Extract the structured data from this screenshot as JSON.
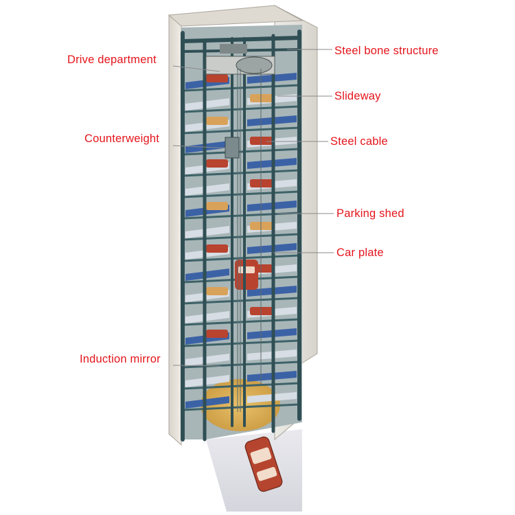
{
  "labels": {
    "drive_department": "Drive department",
    "counterweight": "Counterweight",
    "induction_mirror": "Induction mirror",
    "steel_bone_structure": "Steel bone structure",
    "slideway": "Slideway",
    "steel_cable": "Steel cable",
    "parking_shed": "Parking shed",
    "car_plate": "Car plate"
  },
  "colors": {
    "label_text": "#e4141b",
    "leader_line": "#8a8a8a",
    "frame": "#3d6268",
    "frame_dark": "#233c41",
    "wall": "#e9e6df",
    "wall_shade": "#c9c5bc",
    "car_red": "#b8432f",
    "car_orange": "#d9a25a",
    "plate_blue": "#3c62a6",
    "plate_light": "#d7dde4",
    "floor_yellow": "#d9b25a",
    "ground": "#e4e4e8"
  }
}
